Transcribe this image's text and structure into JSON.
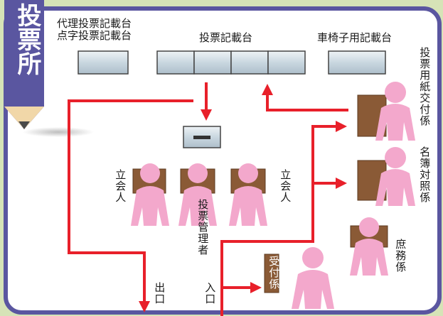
{
  "title": "投票所",
  "labels": {
    "proxy_booth_line1": "代理投票記載台",
    "proxy_booth_line2": "点字投票記載台",
    "voting_booths": "投票記載台",
    "wheelchair_booth": "車椅子用記載台",
    "ballot_paper_staff": "投票用紙交付係",
    "registry_staff": "名簿対照係",
    "general_affairs": "庶務係",
    "reception": "受付係",
    "witness_left": "立会人",
    "witness_right": "立会人",
    "voting_manager": "投票管理者",
    "exit": "出口",
    "entrance": "入口"
  },
  "colors": {
    "background": "#d6e3b7",
    "room_border": "#5a56a0",
    "title_tab": "#5a56a0",
    "arrow": "#e8202a",
    "person": "#f3a8cc",
    "desk": "#8a5a36",
    "booth": "#c4d4de"
  }
}
